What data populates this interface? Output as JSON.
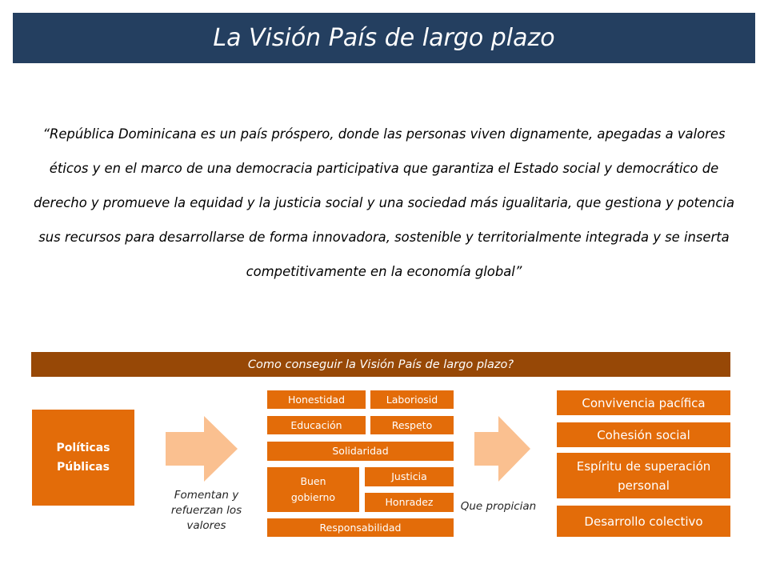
{
  "header": {
    "title": "La Visión País de largo plazo"
  },
  "vision_quote": "“República Dominicana es un país próspero, donde las personas viven dignamente, apegadas a valores éticos y en el marco de una democracia participativa que garantiza el Estado social  y democrático de derecho y promueve la equidad y la justicia social y una sociedad más igualitaria, que gestiona y potencia  sus recursos para desarrollarse de forma innovadora, sostenible y territorialmente integrada y se inserta competitivamente en la economía global”",
  "diagram": {
    "question": "Como conseguir la Visión País de largo plazo?",
    "source": {
      "line1": "Políticas",
      "line2": "Públicas"
    },
    "arrow1_caption": {
      "line1": "Fomentan y",
      "line2": "refuerzan  los",
      "line3": "valores"
    },
    "values": {
      "honestidad": "Honestidad",
      "laboriosid": "Laboriosid",
      "educacion": "Educación",
      "respeto": "Respeto",
      "solidaridad": "Solidaridad",
      "buen_gobierno": {
        "line1": "Buen",
        "line2": "gobierno"
      },
      "justicia": "Justicia",
      "honradez": "Honradez",
      "responsabilidad": "Responsabilidad"
    },
    "arrow2_caption": "Que propician",
    "outcomes": {
      "convivencia": "Convivencia pacífica",
      "cohesion": "Cohesión social",
      "espiritu": {
        "line1": "Espíritu de superación",
        "line2": "personal"
      },
      "desarrollo": "Desarrollo colectivo"
    },
    "colors": {
      "title_bar": "#243f60",
      "banner": "#974806",
      "box": "#e36c09",
      "arrow": "#fac090"
    }
  }
}
